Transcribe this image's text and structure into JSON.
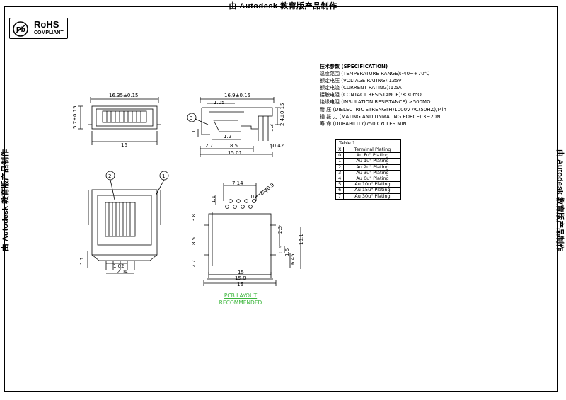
{
  "watermark": "由 Autodesk 教育版产品制作",
  "rohs": {
    "title": "RoHS",
    "subtitle": "COMPLIANT",
    "icon": "rohs-pb-free-icon"
  },
  "specs": {
    "title": "技术参数 (SPECIFICATION)",
    "rows": [
      "温度范围 (TEMPERATURE RANGE):-40~+70℃",
      "额定电压 (VOLTAGE RATING):125V",
      "额定电流 (CURRENT RATING):1.5A",
      "接触电阻 (CONTACT RESISTANCE):≤30mΩ",
      "绝缘电阻 (INSULATION RESISTANCE):≥500MΩ",
      "耐    压 (DIELECTRIC STRENGTH)1000V AC(50HZ)/Min",
      "插 拔 力 (MATING AND UNMATING FORCE):3~20N",
      "寿    命 (DURABILITY)750 CYCLES MIN"
    ]
  },
  "table1": {
    "caption": "Table 1",
    "header": [
      "X",
      "Terminal Plating"
    ],
    "rows": [
      [
        "0",
        "Au Fu\" Plating"
      ],
      [
        "1",
        "Au 1u\" Plating"
      ],
      [
        "2",
        "Au 2u\" Plating"
      ],
      [
        "3",
        "Au 3u\" Plating"
      ],
      [
        "4",
        "Au 6u\" Plating"
      ],
      [
        "5",
        "Au 10u\" Plating"
      ],
      [
        "6",
        "Au 15u\" Plating"
      ],
      [
        "7",
        "Au 30u\" Plating"
      ]
    ]
  },
  "pcb": {
    "line1": "PCB LAYOUT",
    "line2": "RECOMMENDED"
  },
  "dims": {
    "top_width": "16.35±0.15",
    "top_height": "5.7±0.15",
    "top_base": "16",
    "side_width": "16.9±0.15",
    "side_105": "1.05",
    "side_24": "2.4±0.15",
    "side_13": "1.3",
    "side_1": "1",
    "side_12": "1.2",
    "side_27": "2.7",
    "side_85": "8.5",
    "side_phi": "φ0.42",
    "side_1501": "15.01",
    "callout_3": "3",
    "callout_2": "2",
    "callout_1": "1",
    "front_11": "1.1",
    "front_102": "1.02",
    "front_204": "2.04",
    "pcb_714": "7.14",
    "pcb_8phi": "8-φ0.9",
    "pcb_102": "1.02",
    "pcb_11": "1.1",
    "pcb_381": "3.81",
    "pcb_85": "8.5",
    "pcb_27": "2.7",
    "pcb_23": "2.3",
    "pcb_131": "13.1",
    "pcb_06": "0.6",
    "pcb_16": "1.6",
    "pcb_645": "6.45",
    "pcb_15": "15",
    "pcb_158": "15.8",
    "pcb_16b": "16"
  }
}
